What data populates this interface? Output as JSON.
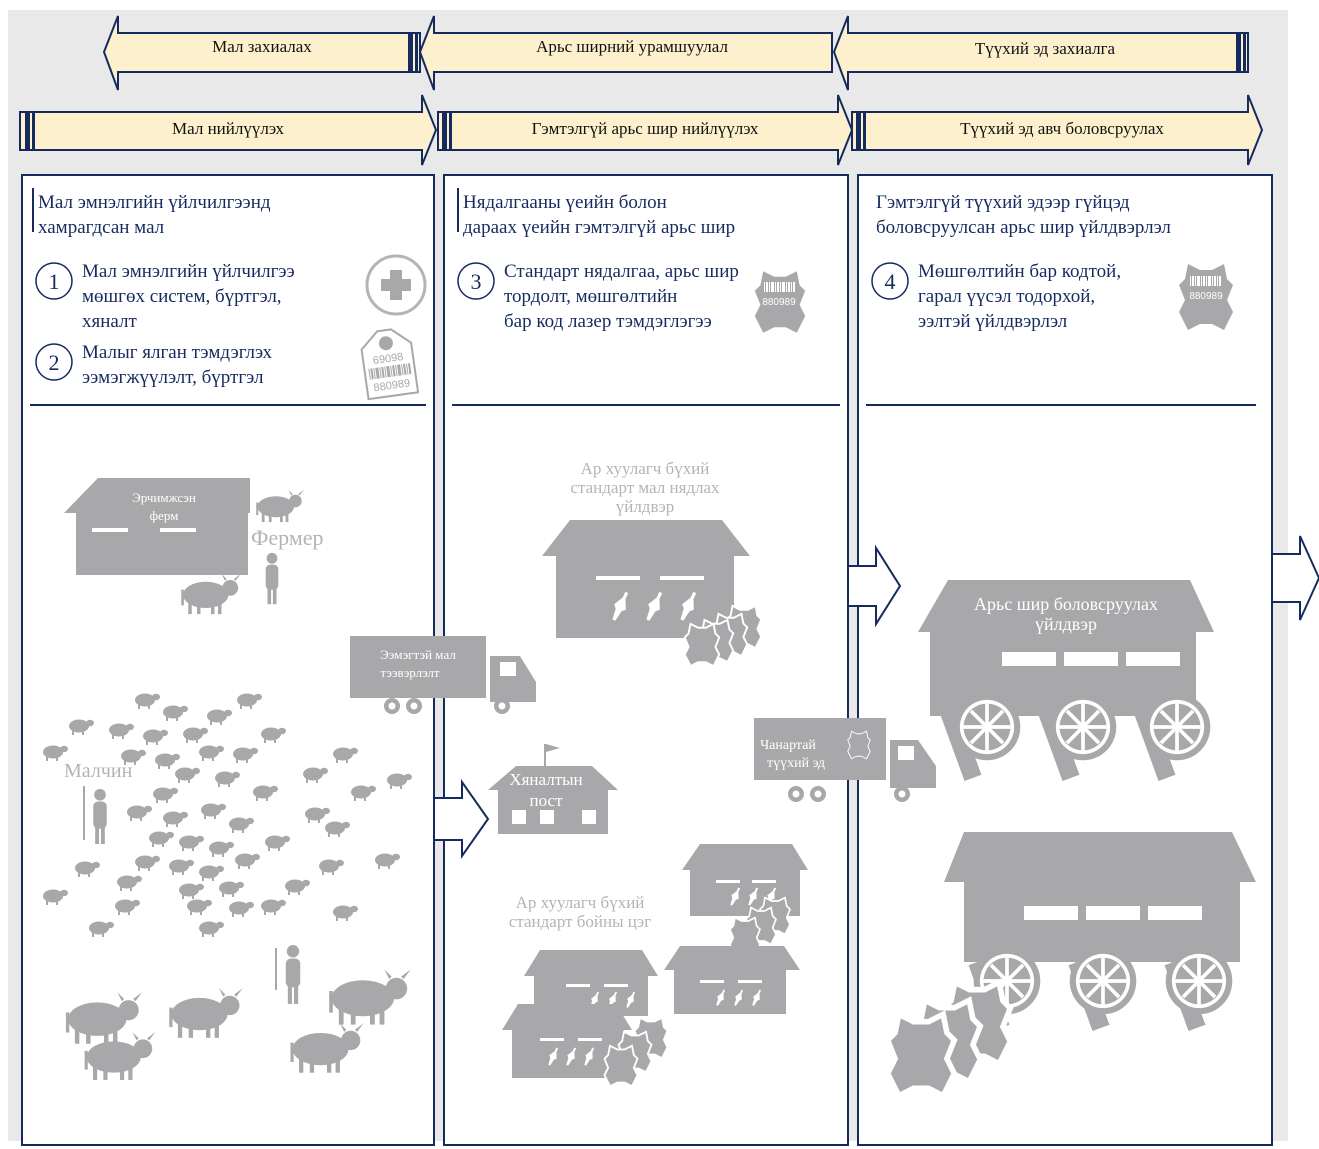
{
  "colors": {
    "navy": "#152a5e",
    "banner_fill": "#fcf1cc",
    "icon_gray": "#a8a8aa",
    "background": "#e9e9e9"
  },
  "arrows_top": [
    "Мал захиалах",
    "Арьс ширний урамшуулал",
    "Түүхий эд захиалга"
  ],
  "arrows_second": [
    "Мал нийлүүлэх",
    "Гэмтэлгүй арьс шир нийлүүлэх",
    "Түүхий эд авч боловсруулах"
  ],
  "columns": [
    {
      "heading_lines": [
        "Мал эмнэлгийн үйлчилгээнд",
        "хамрагдсан мал"
      ],
      "items": [
        {
          "number": "1",
          "lines": [
            "Мал эмнэлгийн үйлчилгээ",
            "мөшгөх систем, бүртгэл,",
            "хяналт"
          ],
          "icon": "medical-cross-icon"
        },
        {
          "number": "2",
          "lines": [
            "Малыг ялган тэмдэглэх",
            "ээмэгжүүлэлт, бүртгэл"
          ],
          "icon": "ear-tag-icon"
        }
      ]
    },
    {
      "heading_lines": [
        "Нядалгааны үеийн болон",
        "дараах үеийн гэмтэлгүй арьс шир"
      ],
      "items": [
        {
          "number": "3",
          "lines": [
            "Стандарт нядалгаа, арьс шир",
            "тордолт, мөшгөлтийн",
            "бар код лазер тэмдэглэгээ"
          ],
          "icon": "barcoded-hide-icon"
        }
      ]
    },
    {
      "heading_lines": [
        "Гэмтэлгүй түүхий эдээр гүйцэд",
        "боловсруулсан арьс шир үйлдвэрлэл"
      ],
      "items": [
        {
          "number": "4",
          "lines": [
            "Мөшгөлтийн бар кодтой,",
            "гарал үүсэл тодорхой,",
            "ээлтэй үйлдвэрлэл"
          ],
          "icon": "barcoded-hide-icon"
        }
      ]
    }
  ],
  "tag_numbers": [
    "69098",
    "880989"
  ],
  "hide_code": "880989",
  "illustration_labels": {
    "farm": [
      "Эрчимжсэн",
      "ферм"
    ],
    "farmer": "Фермер",
    "herder": "Малчин",
    "truck1": [
      "Ээмэгтэй мал",
      "тээвэрлэлт"
    ],
    "slaughterhouse": [
      "Ар хуулагч бүхий",
      "стандарт мал нядлах",
      "үйлдвэр"
    ],
    "checkpoint": [
      "Хяналтын",
      "пост"
    ],
    "small_slaughter": [
      "Ар хуулагч бүхий",
      "стандарт бойны цэг"
    ],
    "truck2": [
      "Чанартай",
      "түүхий эд"
    ],
    "tannery": [
      "Арьс шир боловсруулах",
      "үйлдвэр"
    ]
  }
}
